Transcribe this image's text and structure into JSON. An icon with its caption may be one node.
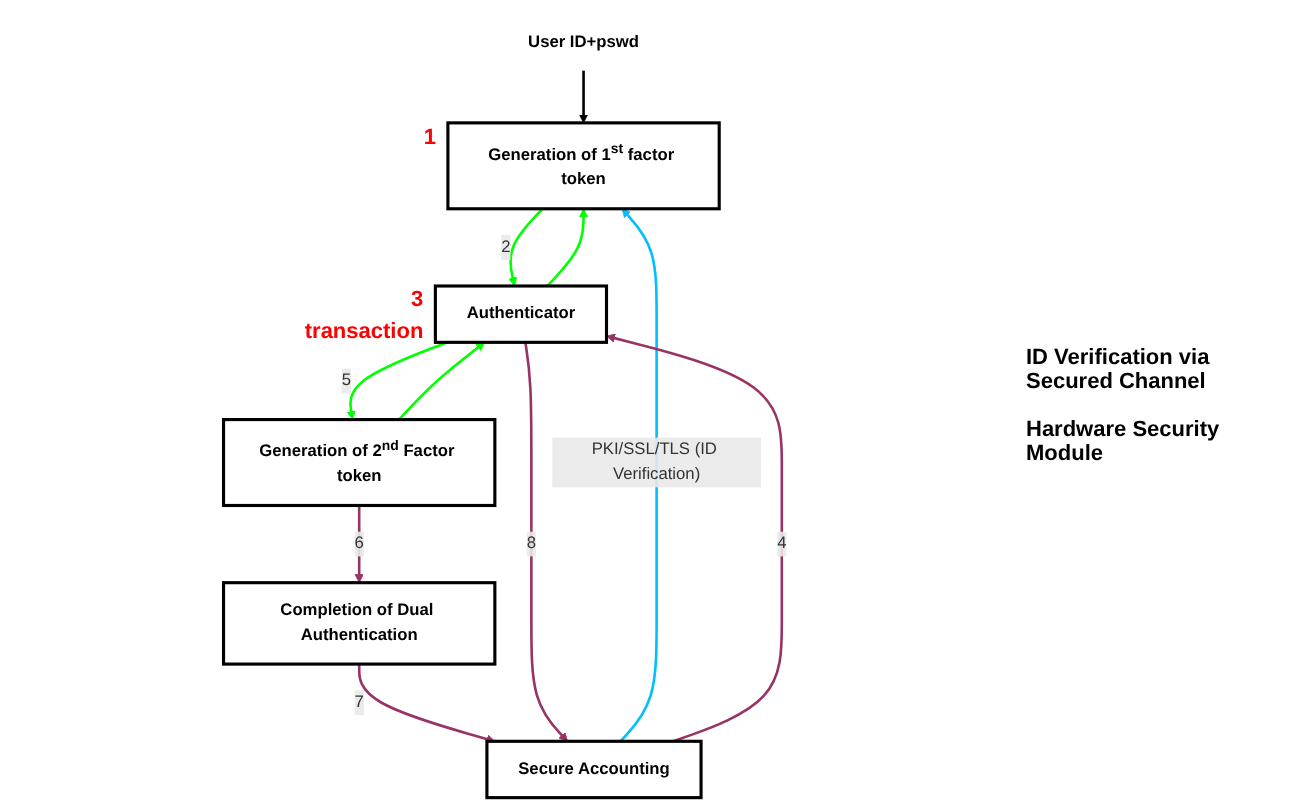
{
  "diagram": {
    "nodes": [
      {
        "text": [
          "User ID+pswd"
        ]
      },
      {
        "text": [
          "Generation of 1$^{st}$ factor token"
        ],
        "beside": [
          "1"
        ]
      },
      {
        "text": [
          "Secure Accounting"
        ]
      },
      {
        "text": [
          "Authenticator"
        ],
        "beside": [
          "3",
          "transaction"
        ]
      },
      {
        "text": [
          "Generation of 2$^{nd}$ Factor token"
        ]
      },
      {
        "text": [
          "Completion of Dual Authentication"
        ]
      }
    ],
    "edges": [
      {
        "from": 0,
        "to": 1,
        "arrow": "to",
        "color": "#000000"
      },
      {
        "from": 2,
        "to": 1,
        "arrow": "to",
        "label": "PKI/SSL/TLS (ID Verification)",
        "color": "#00bfff"
      },
      {
        "from": 1,
        "to": 3,
        "arrow": "to",
        "label": "2",
        "color": "#00ff00"
      },
      {
        "from": 3,
        "to": 1,
        "arrow": "to",
        "color": "#00ff00"
      },
      {
        "from": 2,
        "to": 3,
        "arrow": "to",
        "label": "4",
        "color": "#993366"
      },
      {
        "from": 3,
        "to": 4,
        "arrow": "to",
        "label": "5",
        "color": "#00ff00"
      },
      {
        "from": 4,
        "to": 3,
        "arrow": "to",
        "color": "#00ff00"
      },
      {
        "from": 4,
        "to": 5,
        "arrow": "to",
        "label": "6",
        "color": "#993366"
      },
      {
        "from": 5,
        "to": 2,
        "arrow": "to",
        "label": "7",
        "color": "#993366"
      },
      {
        "from": 3,
        "to": 2,
        "arrow": "to",
        "label": "8",
        "color": "#993366"
      }
    ],
    "labels": [
      "ID Verification via Secured Channel",
      "Hardware Security Module"
    ]
  }
}
